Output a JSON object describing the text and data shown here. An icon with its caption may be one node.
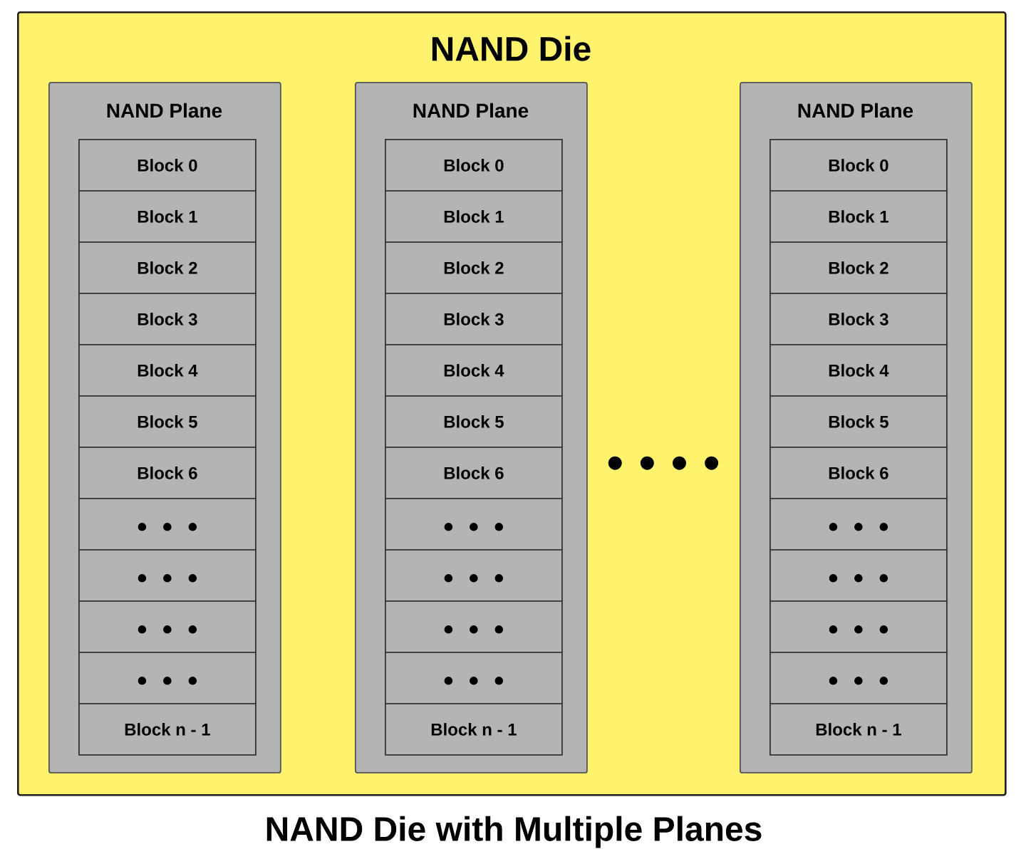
{
  "diagram": {
    "caption": "NAND Die with Multiple Planes",
    "nodes": [
      {
        "text": [
          "NAND Die"
        ]
      },
      {
        "text": [
          "NAND Plane"
        ],
        "in": 0
      },
      {
        "text": [
          "Block 0"
        ],
        "in": 1
      },
      {
        "text": [
          "Block 1"
        ],
        "in": 1
      },
      {
        "text": [
          "Block 2"
        ],
        "in": 1
      },
      {
        "text": [
          "Block 3"
        ],
        "in": 1
      },
      {
        "text": [
          "Block 4"
        ],
        "in": 1
      },
      {
        "text": [
          "Block 5"
        ],
        "in": 1
      },
      {
        "text": [
          "Block 6"
        ],
        "in": 1
      },
      {
        "text": [
          "• • •"
        ],
        "in": 1
      },
      {
        "text": [
          "• • •"
        ],
        "in": 1
      },
      {
        "text": [
          "• • •"
        ],
        "in": 1
      },
      {
        "text": [
          "• • •"
        ],
        "in": 1
      },
      {
        "text": [
          "Block n - 1"
        ],
        "in": 1
      },
      {
        "text": [
          "NAND Plane"
        ],
        "in": 0
      },
      {
        "text": [
          "Block 0"
        ],
        "in": 14
      },
      {
        "text": [
          "Block 1"
        ],
        "in": 14
      },
      {
        "text": [
          "Block 2"
        ],
        "in": 14
      },
      {
        "text": [
          "Block 3"
        ],
        "in": 14
      },
      {
        "text": [
          "Block 4"
        ],
        "in": 14
      },
      {
        "text": [
          "Block 5"
        ],
        "in": 14
      },
      {
        "text": [
          "Block 6"
        ],
        "in": 14
      },
      {
        "text": [
          "• • •"
        ],
        "in": 14
      },
      {
        "text": [
          "• • •"
        ],
        "in": 14
      },
      {
        "text": [
          "• • •"
        ],
        "in": 14
      },
      {
        "text": [
          "• • •"
        ],
        "in": 14
      },
      {
        "text": [
          "Block n - 1"
        ],
        "in": 14
      },
      {
        "text": [
          "NAND Plane"
        ],
        "in": 0
      },
      {
        "text": [
          "Block 0"
        ],
        "in": 27
      },
      {
        "text": [
          "Block 1"
        ],
        "in": 27
      },
      {
        "text": [
          "Block 2"
        ],
        "in": 27
      },
      {
        "text": [
          "Block 3"
        ],
        "in": 27
      },
      {
        "text": [
          "Block 4"
        ],
        "in": 27
      },
      {
        "text": [
          "Block 5"
        ],
        "in": 27
      },
      {
        "text": [
          "Block 6"
        ],
        "in": 27
      },
      {
        "text": [
          "• • •"
        ],
        "in": 27
      },
      {
        "text": [
          "• • •"
        ],
        "in": 27
      },
      {
        "text": [
          "• • •"
        ],
        "in": 27
      },
      {
        "text": [
          "• • •"
        ],
        "in": 27
      },
      {
        "text": [
          "Block n - 1"
        ],
        "in": 27
      }
    ],
    "labels": [
      "• • • •"
    ]
  }
}
